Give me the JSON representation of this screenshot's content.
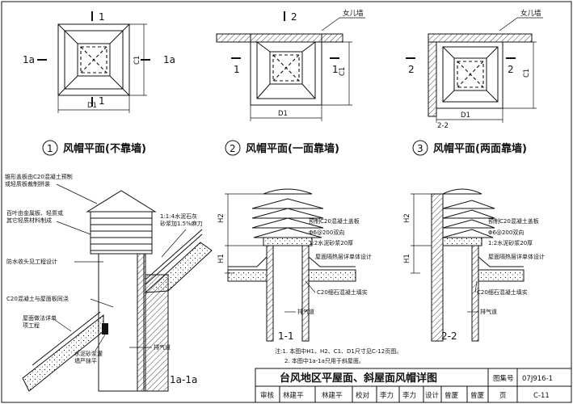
{
  "plans": {
    "plan1": {
      "number": "1",
      "title": "风帽平面(不靠墙)",
      "section_left": "1a",
      "section_right": "1a",
      "cut_top": "1",
      "cut_bottom": "1",
      "dim_c": "C1",
      "dim_d": "D1"
    },
    "plan2": {
      "number": "2",
      "title": "风帽平面(一面靠墙)",
      "wall_label": "女儿墙",
      "cut_top": "2",
      "cut_left": "1",
      "cut_right": "1",
      "dim_c": "C1",
      "dim_d": "D1"
    },
    "plan3": {
      "number": "3",
      "title": "风帽平面(两面靠墙)",
      "wall_label": "女儿墙",
      "cut_left": "2",
      "cut_right": "2",
      "cut_bottom": "2-2",
      "dim_c": "C1",
      "dim_d": "D1"
    }
  },
  "section_1a": {
    "title": "1a-1a",
    "label_cap": "锥形盖板由C20混凝土预制\n或轻质板裁制拼装",
    "label_louver": "百叶由金属板、轻质或\n其它轻质材料制成",
    "label_mortar": "1:1:4水泥石灰\n砂浆加1.5%麻刀",
    "label_waterproof": "防水收头见工程设计",
    "label_c20": "C20混凝土与屋面板同浇",
    "label_roof": "屋面做法详单\n项工程",
    "label_cement": "水泥砂浆灌\n墙严抹平",
    "label_vent": "排气道"
  },
  "section_11": {
    "title": "1-1",
    "dim_h2": "H2",
    "dim_h1": "H1",
    "label_slab": "预制C20混凝土盖板",
    "label_rebar": "Φ6@200双向",
    "label_mortar": "1:2水泥砂浆20厚",
    "label_insulation": "屋面隔热层详单体设计",
    "label_fill": "C20细石混凝土填实",
    "label_vent": "排气道"
  },
  "section_22": {
    "title": "2-2",
    "dim_h2": "H2",
    "dim_h1": "H1",
    "label_slab": "预制C20混凝土盖板",
    "label_rebar": "Φ6@200双向",
    "label_mortar": "1:2水泥砂浆20厚",
    "label_insulation": "屋面隔热层详单体设计",
    "label_fill": "C20细石混凝土填实",
    "label_vent": "排气道"
  },
  "notes": {
    "line1": "注:1. 本图中H1、H2、C1、D1尺寸见C-12页图。",
    "line2": "2. 本图中1a-1a只用于斜屋面。"
  },
  "title_block": {
    "title": "台风地区平屋面、斜屋面风帽详图",
    "atlas_label": "图集号",
    "atlas_no": "07J916-1",
    "review_label": "审核",
    "reviewer": "林建平",
    "check_label": "校对",
    "checker": "李力",
    "design_label": "设计",
    "designer": "曾厦",
    "page_label": "页",
    "page_no": "C-11"
  }
}
